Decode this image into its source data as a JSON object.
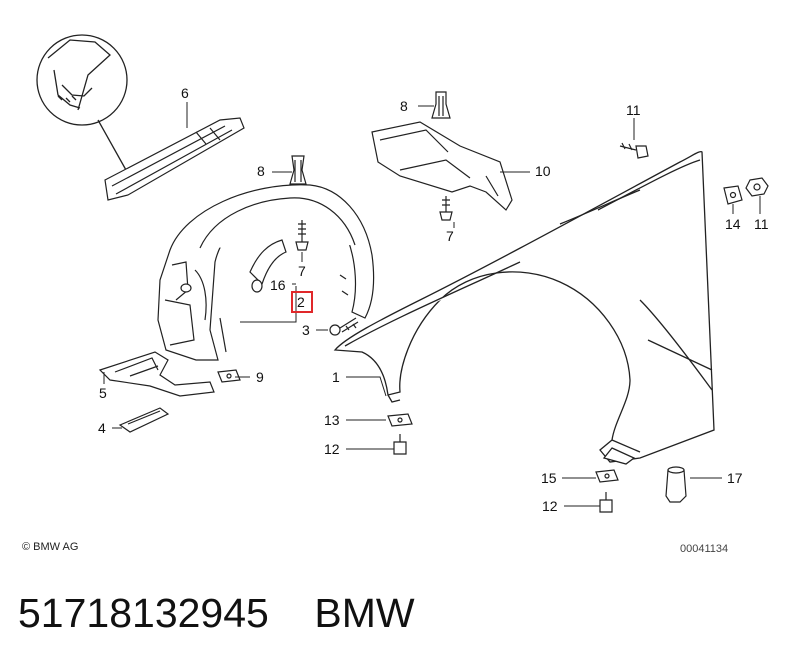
{
  "callouts": {
    "c1": "1",
    "c2": "2",
    "c3": "3",
    "c4": "4",
    "c5": "5",
    "c6": "6",
    "c7a": "7",
    "c7b": "7",
    "c8a": "8",
    "c8b": "8",
    "c9": "9",
    "c10": "10",
    "c11a": "11",
    "c11b": "11",
    "c12a": "12",
    "c12b": "12",
    "c13": "13",
    "c14": "14",
    "c15": "15",
    "c16": "16",
    "c17": "17"
  },
  "copyright": "© BMW AG",
  "diagram_ref": "00041134",
  "part_number": "51718132945",
  "brand": "BMW",
  "highlight_color": "#e0282a"
}
